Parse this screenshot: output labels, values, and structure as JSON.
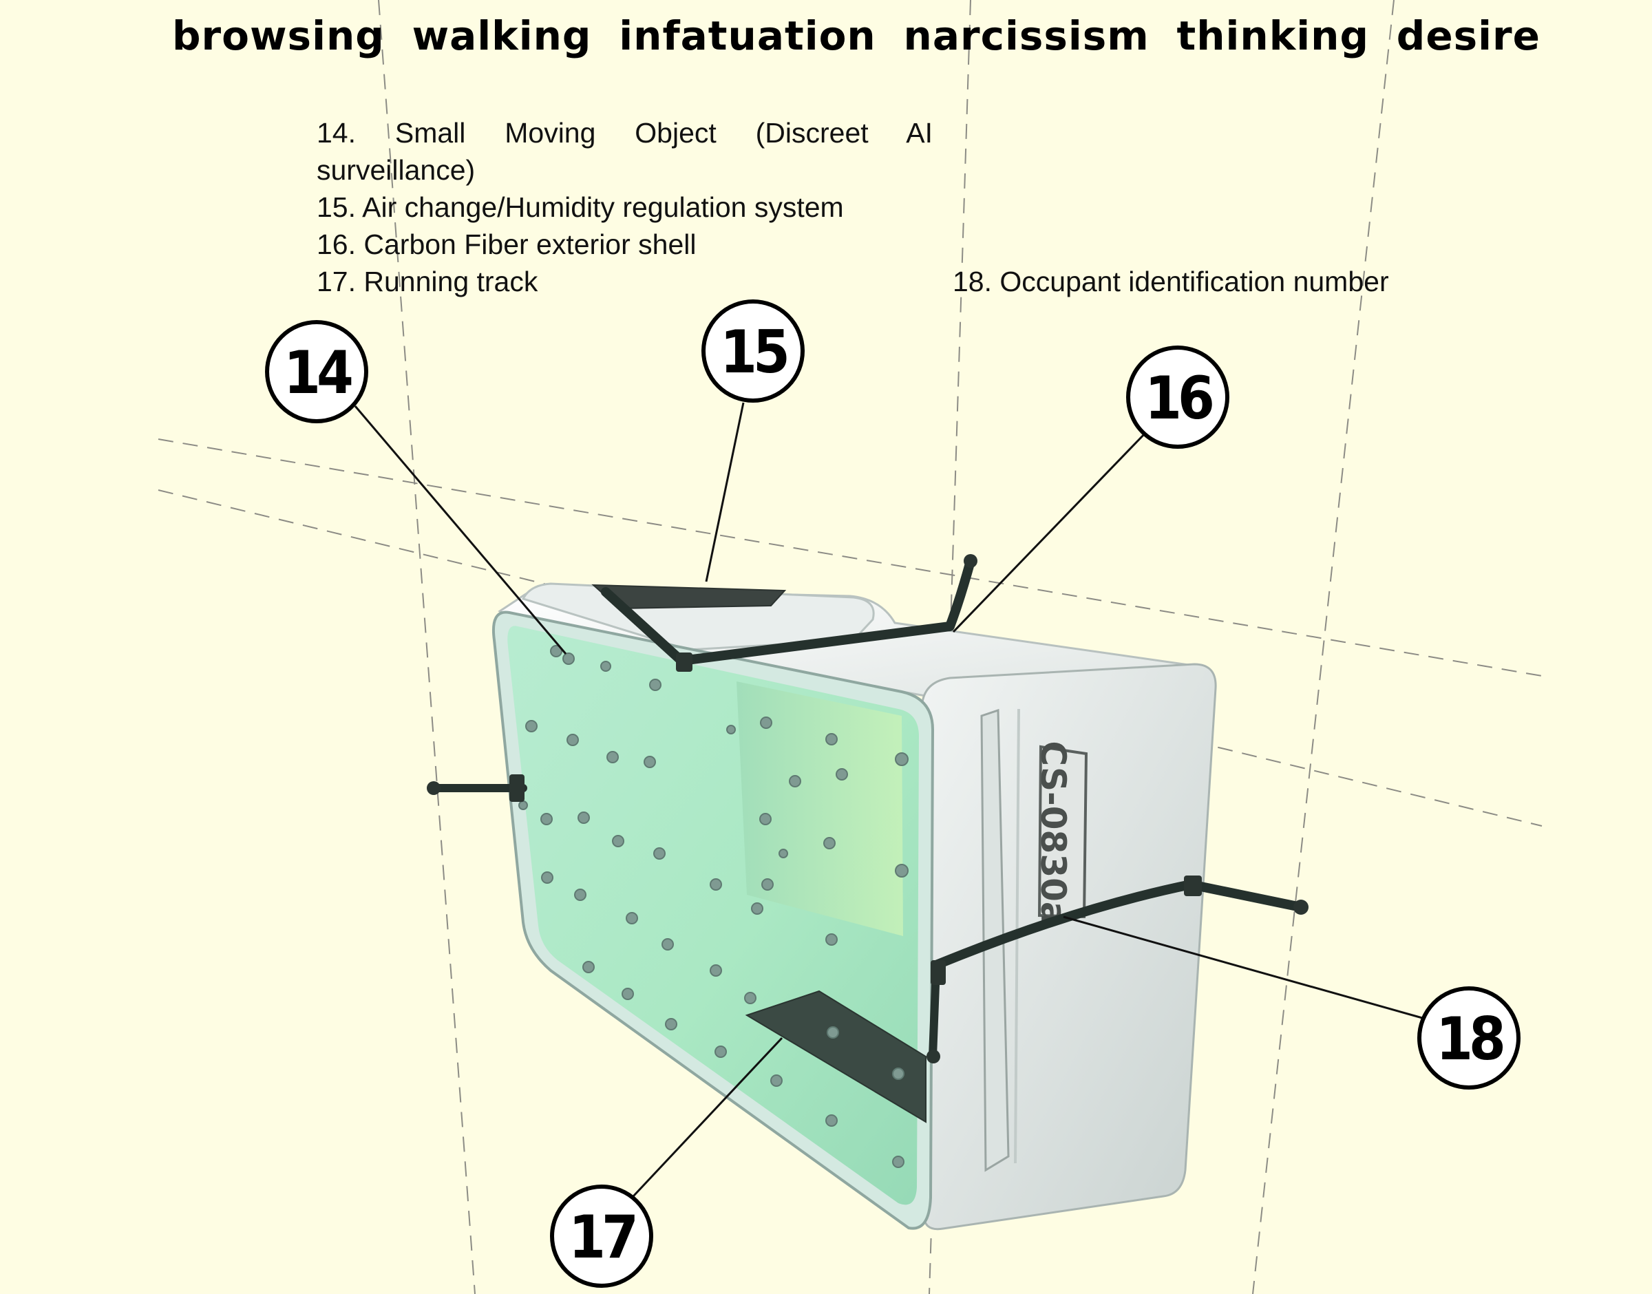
{
  "heading": {
    "words": [
      "browsing",
      "walking",
      "infatuation",
      "narcissism",
      "thinking",
      "desire"
    ]
  },
  "legend": {
    "item_14_line1": "14. Small Moving Object (Discreet AI",
    "item_14_line2": "surveillance)",
    "item_15": "15. Air change/Humidity regulation system",
    "item_16": "16. Carbon Fiber exterior shell",
    "item_17": "17. Running track",
    "item_18": "18. Occupant identification number"
  },
  "callouts": {
    "c14": "14",
    "c15": "15",
    "c16": "16",
    "c17": "17",
    "c18": "18"
  },
  "unit": {
    "id_label": "CS-0830a"
  },
  "colors": {
    "background": "#fefde3",
    "glass": "#aee9c4",
    "shell": "#e6ebea",
    "strap": "#25312d"
  }
}
